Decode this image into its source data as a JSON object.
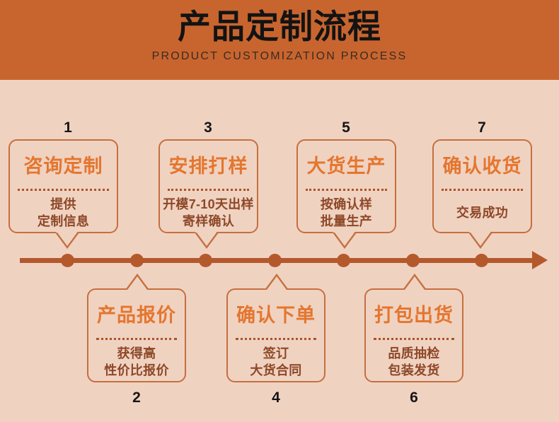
{
  "header": {
    "title": "产品定制流程",
    "subtitle": "PRODUCT CUSTOMIZATION PROCESS",
    "background_color": "#C8652F",
    "title_color": "#131313"
  },
  "theme": {
    "page_background": "#F0D2C1",
    "accent_orange": "#E4762F",
    "border_color": "#C4703F",
    "timeline_color": "#B4592C",
    "body_text_color": "#8D4828",
    "number_color": "#151515"
  },
  "timeline": {
    "arrow_direction": "right",
    "dot_count": 7
  },
  "steps": [
    {
      "number": "1",
      "title": "咨询定制",
      "body_lines": [
        "提供",
        "定制信息"
      ],
      "row": "top"
    },
    {
      "number": "2",
      "title": "产品报价",
      "body_lines": [
        "获得高",
        "性价比报价"
      ],
      "row": "bottom"
    },
    {
      "number": "3",
      "title": "安排打样",
      "body_lines": [
        "开模7-10天出样",
        "寄样确认"
      ],
      "row": "top"
    },
    {
      "number": "4",
      "title": "确认下单",
      "body_lines": [
        "签订",
        "大货合同"
      ],
      "row": "bottom"
    },
    {
      "number": "5",
      "title": "大货生产",
      "body_lines": [
        "按确认样",
        "批量生产"
      ],
      "row": "top"
    },
    {
      "number": "6",
      "title": "打包出货",
      "body_lines": [
        "品质抽检",
        "包装发货"
      ],
      "row": "bottom"
    },
    {
      "number": "7",
      "title": "确认收货",
      "body_lines": [
        "交易成功"
      ],
      "row": "top"
    }
  ]
}
